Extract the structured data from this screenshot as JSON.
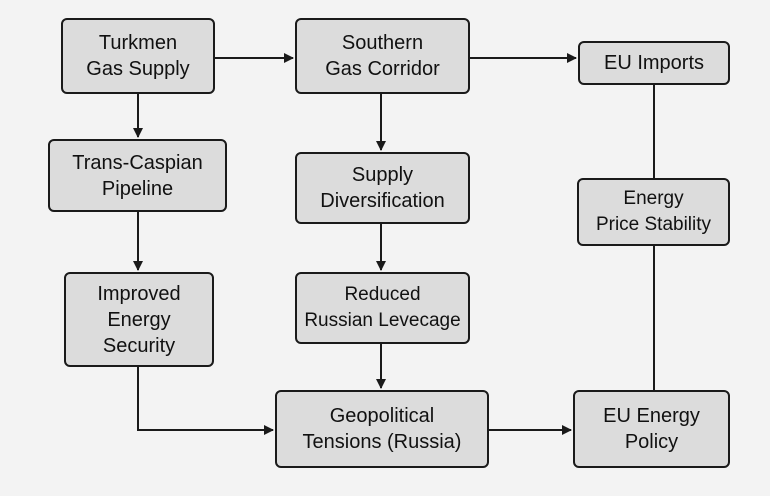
{
  "diagram": {
    "nodes": [
      {
        "id": "turkmen",
        "label": "Turkmen\nGas Supply"
      },
      {
        "id": "southern",
        "label": "Southern\nGas Corridor"
      },
      {
        "id": "euimports",
        "label": "EU Imports"
      },
      {
        "id": "transcaspian",
        "label": "Trans-Caspian\nPipeline"
      },
      {
        "id": "supply",
        "label": "Supply\nDiversification"
      },
      {
        "id": "price",
        "label": "Energy\nPrice Stability"
      },
      {
        "id": "improved",
        "label": "Improved\nEnergy\nSecurity"
      },
      {
        "id": "reduced",
        "label": "Reduced\nRussian Levecage"
      },
      {
        "id": "geo",
        "label": "Geopolitical\nTensions (Russia)"
      },
      {
        "id": "eupolicy",
        "label": "EU Energy\nPolicy"
      }
    ],
    "edges": [
      {
        "from": "turkmen",
        "to": "southern",
        "arrow": true
      },
      {
        "from": "southern",
        "to": "euimports",
        "arrow": true
      },
      {
        "from": "turkmen",
        "to": "transcaspian",
        "arrow": true
      },
      {
        "from": "southern",
        "to": "supply",
        "arrow": true
      },
      {
        "from": "transcaspian",
        "to": "improved",
        "arrow": true
      },
      {
        "from": "supply",
        "to": "reduced",
        "arrow": true
      },
      {
        "from": "reduced",
        "to": "geo",
        "arrow": true
      },
      {
        "from": "improved",
        "to": "geo",
        "arrow": true
      },
      {
        "from": "geo",
        "to": "eupolicy",
        "arrow": true
      },
      {
        "from": "euimports",
        "to": "price",
        "arrow": false
      },
      {
        "from": "price",
        "to": "eupolicy",
        "arrow": false
      }
    ]
  }
}
